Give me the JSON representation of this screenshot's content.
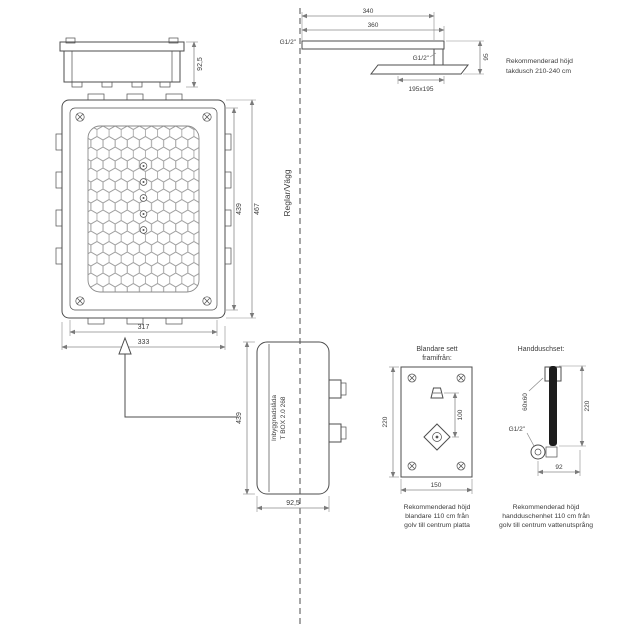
{
  "colors": {
    "background": "#ffffff",
    "outline": "#4d4d4d",
    "dimension": "#8a8a8a",
    "text": "#3c3c3c",
    "handle_dark": "#1c1c1c"
  },
  "wall_line": {
    "label": "Reglar/Vägg"
  },
  "box_side_top": {
    "depth": "92,5"
  },
  "box_front": {
    "inner_height": "439",
    "outer_height": "467",
    "inner_width": "317",
    "outer_width": "333"
  },
  "ceiling_shower": {
    "arm_length": "340",
    "arm_length_outer": "360",
    "thread_wall": "G1/2\"",
    "thread_head": "G1/2\"",
    "head_size": "195x195",
    "head_drop": "95",
    "note": [
      "Rekommenderad höjd",
      "takdusch 210-240 cm"
    ]
  },
  "built_in_box": {
    "label": [
      "Inbyggnadslåda",
      "T BOX 2.0 268"
    ],
    "height": "439",
    "depth": "92,5"
  },
  "mixer": {
    "title": [
      "Blandare sett",
      "framifrån:"
    ],
    "plate_height": "220",
    "handle_spacing": "100",
    "plate_width": "150",
    "note": [
      "Rekommenderad höjd",
      "blandare 110 cm från",
      "golv till centrum platta"
    ]
  },
  "hand_shower": {
    "title": "Handduschset:",
    "bracket_size": "60x60",
    "unit_height": "220",
    "thread": "G1/2\"",
    "outlet_offset": "92",
    "note": [
      "Rekommenderad höjd",
      "handduschenhet 110 cm från",
      "golv till centrum vattenutsprång"
    ]
  }
}
